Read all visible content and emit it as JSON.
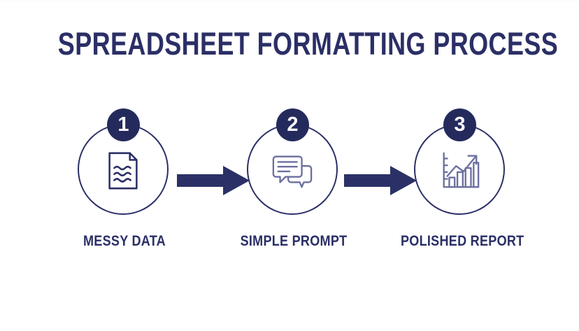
{
  "title": "SPREADSHEET FORMATTING PROCESS",
  "colors": {
    "background": "#ffffff",
    "navy": "#2b2f66",
    "badge_navy": "#242b5c",
    "icon_slate": "#6b6f9e",
    "icon_navy": "#2b2f66",
    "arrow_navy": "#2b3166",
    "badge_number_text": "#ffffff"
  },
  "steps": [
    {
      "number": "1",
      "label": "MESSY DATA",
      "icon": "document-squiggle-icon"
    },
    {
      "number": "2",
      "label": "SIMPLE PROMPT",
      "icon": "speech-bubbles-icon"
    },
    {
      "number": "3",
      "label": "POLISHED REPORT",
      "icon": "bar-chart-growth-icon"
    }
  ],
  "arrows": [
    {
      "name": "arrow-step1-to-step2"
    },
    {
      "name": "arrow-step2-to-step3"
    }
  ]
}
